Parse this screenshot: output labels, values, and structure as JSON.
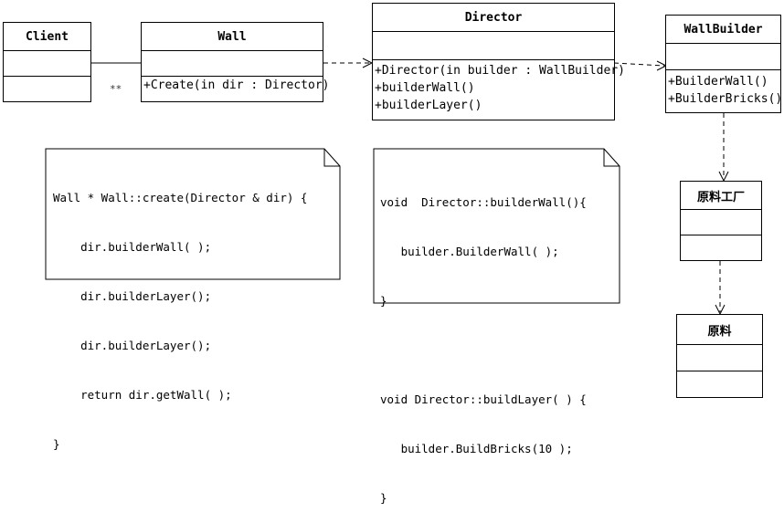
{
  "classes": {
    "client": {
      "name": "Client"
    },
    "wall": {
      "name": "Wall",
      "operations": [
        "+Create(in dir : Director)"
      ]
    },
    "director": {
      "name": "Director",
      "operations": [
        "+Director(in builder : WallBuilder)",
        "+builderWall()",
        "+builderLayer()"
      ]
    },
    "wallbuilder": {
      "name": "WallBuilder",
      "operations": [
        "+BuilderWall()",
        "+BuilderBricks()"
      ]
    },
    "factory": {
      "name": "原料工厂"
    },
    "material": {
      "name": "原料"
    }
  },
  "association": {
    "multiplicity": "**"
  },
  "notes": {
    "wall_create": [
      "Wall * Wall::create(Director & dir) {",
      "    dir.builderWall( );",
      "    dir.builderLayer();",
      "    dir.builderLayer();",
      "    return dir.getWall( );",
      "}"
    ],
    "director_impl": [
      "void  Director::builderWall(){",
      "   builder.BuilderWall( );",
      "}",
      "",
      "void Director::buildLayer( ) {",
      "   builder.BuildBricks(10 );",
      "}"
    ]
  }
}
